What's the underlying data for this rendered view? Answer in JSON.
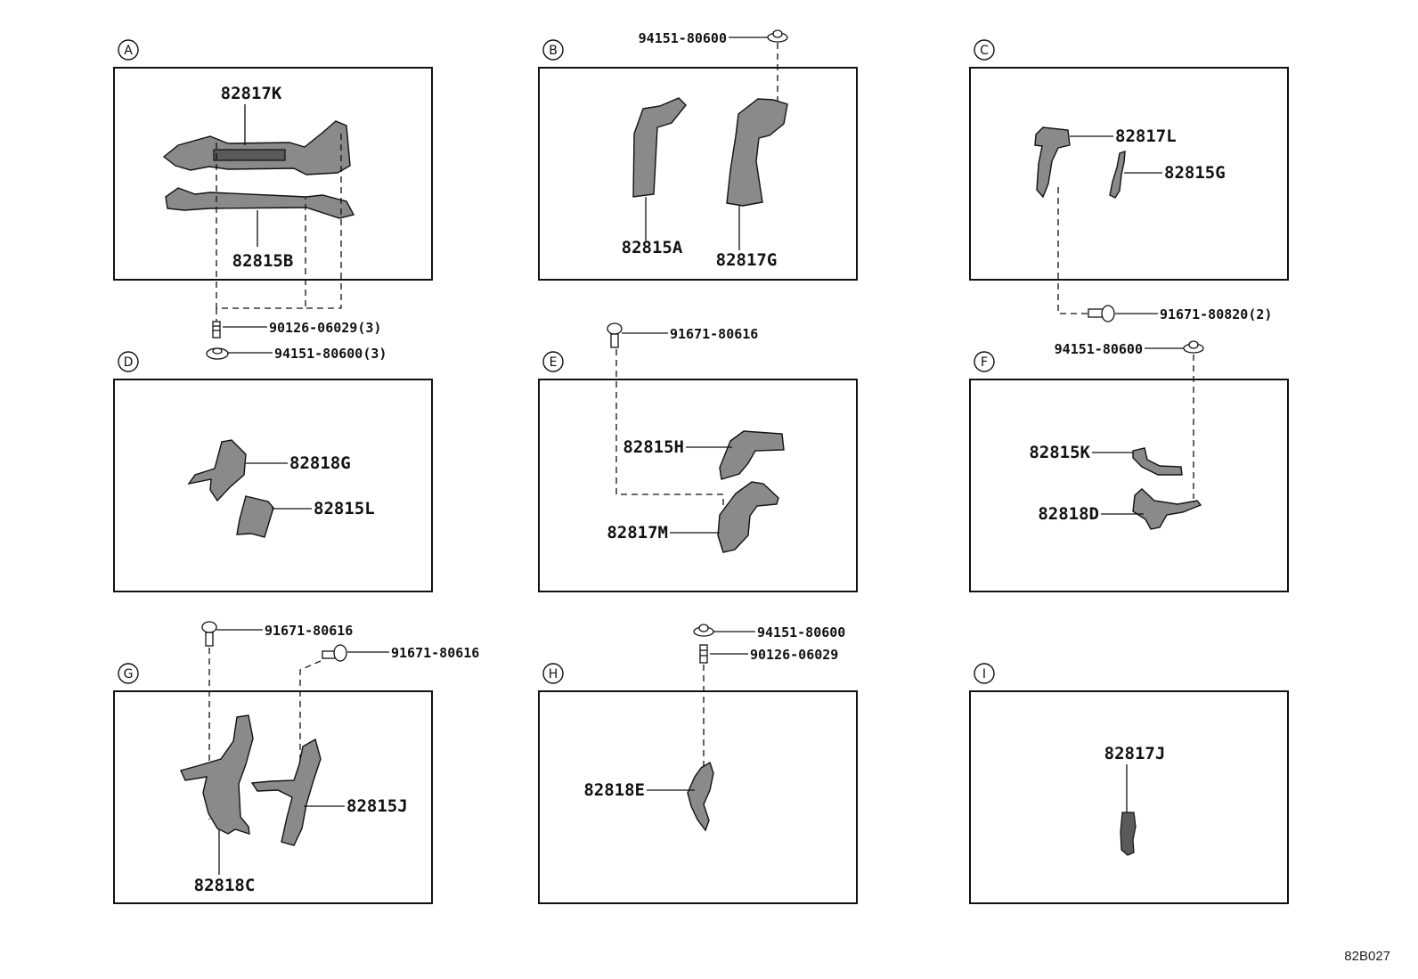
{
  "sections": {
    "A": {
      "label": "A",
      "parts": [
        "82817K",
        "82815B"
      ]
    },
    "B": {
      "label": "B",
      "parts": [
        "82815A",
        "82817G"
      ]
    },
    "C": {
      "label": "C",
      "parts": [
        "82817L",
        "82815G"
      ]
    },
    "D": {
      "label": "D",
      "parts": [
        "82818G",
        "82815L"
      ]
    },
    "E": {
      "label": "E",
      "parts": [
        "82815H",
        "82817M"
      ]
    },
    "F": {
      "label": "F",
      "parts": [
        "82815K",
        "82818D"
      ]
    },
    "G": {
      "label": "G",
      "parts": [
        "82815J",
        "82818C"
      ]
    },
    "H": {
      "label": "H",
      "parts": [
        "82818E"
      ]
    },
    "I": {
      "label": "I",
      "parts": [
        "82817J"
      ]
    }
  },
  "hardware": {
    "a_bolt": "90126-06029(3)",
    "a_nut": "94151-80600(3)",
    "b_nut": "94151-80600",
    "c_bolt": "91671-80820(2)",
    "e_bolt": "91671-80616",
    "f_nut": "94151-80600",
    "g_bolt_1": "91671-80616",
    "g_bolt_2": "91671-80616",
    "h_nut": "94151-80600",
    "h_bolt": "90126-06029"
  },
  "diagram_code": "82B027"
}
